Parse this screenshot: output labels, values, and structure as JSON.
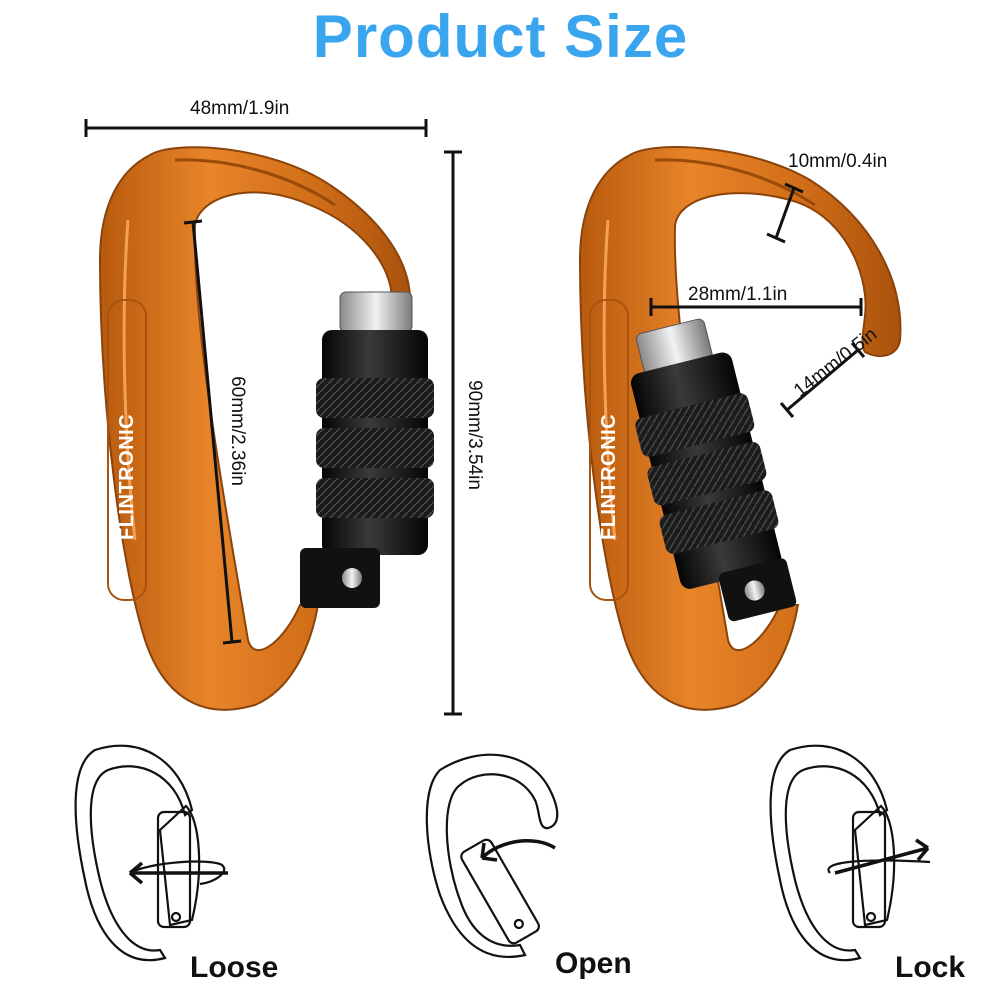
{
  "title": "Product Size",
  "colors": {
    "title": "#3aa5ef",
    "carabiner": "#d9771f",
    "gate": "#111111"
  },
  "brand": "FLINTRONIC",
  "dimensions": {
    "width": "48mm/1.9in",
    "inner_length": "60mm/2.36in",
    "length": "90mm/3.54in",
    "thickness": "10mm/0.4in",
    "inner_width": "28mm/1.1in",
    "gate_opening": "14mm/0.5in"
  },
  "states": [
    "Loose",
    "Open",
    "Lock"
  ]
}
